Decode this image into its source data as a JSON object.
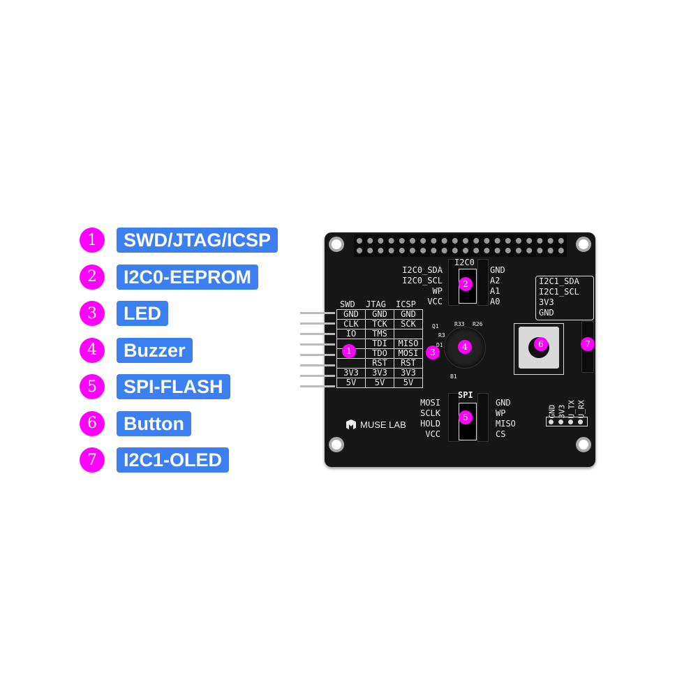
{
  "legend": [
    {
      "num": "1",
      "label": "SWD/JTAG/ICSP"
    },
    {
      "num": "2",
      "label": "I2C0-EEPROM"
    },
    {
      "num": "3",
      "label": "LED"
    },
    {
      "num": "4",
      "label": "Buzzer"
    },
    {
      "num": "5",
      "label": "SPI-FLASH"
    },
    {
      "num": "6",
      "label": "Button"
    },
    {
      "num": "7",
      "label": "I2C1-OLED"
    }
  ],
  "colors": {
    "marker": "#ff00ff",
    "label_bg": "#3c7ff0",
    "pcb": "#161616"
  },
  "board": {
    "logo": "MUSE LAB",
    "i2c0": {
      "title": "I2C0",
      "left": [
        "I2C0_SDA",
        "I2C0_SCL",
        "WP",
        "VCC"
      ],
      "right": [
        "GND",
        "A2",
        "A1",
        "A0"
      ]
    },
    "spi": {
      "title": "SPI",
      "left": [
        "MOSI",
        "SCLK",
        "HOLD",
        "VCC"
      ],
      "right": [
        "GND",
        "WP",
        "MISO",
        "CS"
      ]
    },
    "i2c1": [
      "I2C1_SDA",
      "I2C1_SCL",
      "3V3",
      "GND"
    ],
    "uart": [
      "GND",
      "3V3",
      "U_TX",
      "U_RX"
    ],
    "components": {
      "r33": "R33",
      "r26": "R26",
      "r3": "R3",
      "q1": "Q1",
      "d1": "D1",
      "b1": "B1"
    },
    "pin_table": {
      "headers": [
        "SWD",
        "JTAG",
        "ICSP"
      ],
      "rows": [
        [
          "GND",
          "GND",
          "GND"
        ],
        [
          "CLK",
          "TCK",
          "SCK"
        ],
        [
          "IO",
          "TMS",
          ""
        ],
        [
          "",
          "TDI",
          "MISO"
        ],
        [
          "",
          "TDO",
          "MOSI"
        ],
        [
          "",
          "RST",
          "RST"
        ],
        [
          "3V3",
          "3V3",
          "3V3"
        ],
        [
          "5V",
          "5V",
          "5V"
        ]
      ]
    }
  }
}
